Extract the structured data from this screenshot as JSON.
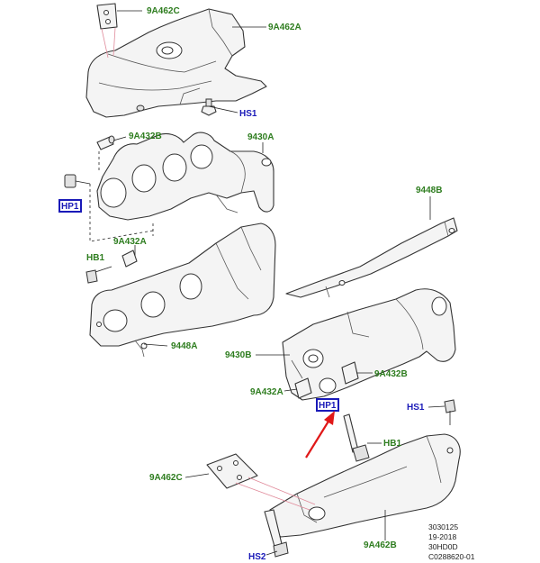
{
  "labels": {
    "l_9A462C_top": "9A462C",
    "l_9A462A": "9A462A",
    "l_HS1_top": "HS1",
    "l_9A432B_top": "9A432B",
    "l_9430A": "9430A",
    "l_HP1_left": "HP1",
    "l_9448B": "9448B",
    "l_9A432A_top": "9A432A",
    "l_HB1_left": "HB1",
    "l_9448A": "9448A",
    "l_9430B": "9430B",
    "l_9A432B_bottom": "9A432B",
    "l_9A432A_bottom": "9A432A",
    "l_HP1_center": "HP1",
    "l_HS1_right": "HS1",
    "l_HB1_right": "HB1",
    "l_9A462C_bottom": "9A462C",
    "l_HS2": "HS2",
    "l_9A462B": "9A462B"
  },
  "reference": {
    "line1": "3030125",
    "line2": "19-2018",
    "line3": "30HD0D",
    "line4": "C0288620-01"
  },
  "colors": {
    "part_label": "#2e7d1f",
    "fastener_label": "#1a1ab8",
    "highlight_arrow": "#e01818"
  }
}
